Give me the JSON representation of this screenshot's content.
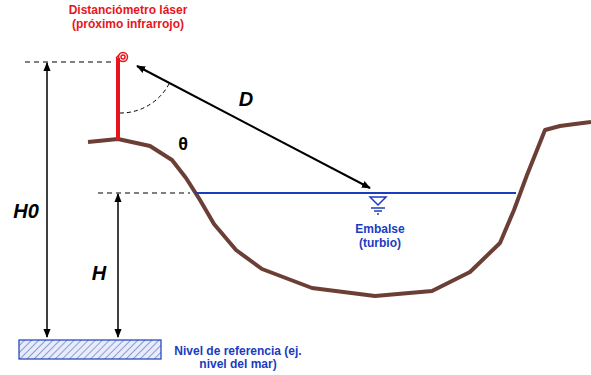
{
  "diagram": {
    "nodes": [
      {
        "text": [
          "Nivel de referencia (ej. nivel del mar)"
        ]
      }
    ],
    "labels": [
      "Distanciómetro láser (próximo infrarrojo)",
      "θ",
      "D",
      "H0",
      "H",
      "Embalse (turbio)"
    ]
  }
}
